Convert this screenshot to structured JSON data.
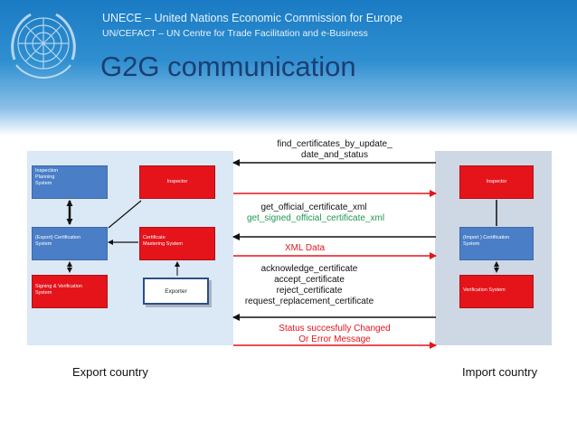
{
  "header": {
    "org_line1": "UNECE – United Nations Economic Commission for Europe",
    "org_line2": "UN/CEFACT – UN Centre for Trade Facilitation and e-Business",
    "title": "G2G communication"
  },
  "export_side": {
    "inspection_planning": [
      "Inspection",
      "Planning",
      "System"
    ],
    "inspector": "Inspector",
    "export_certification": [
      "(Export) Certification",
      "System"
    ],
    "certificate_mastering": [
      "Certificate",
      "Mastering System"
    ],
    "signing_verification": [
      "Signing & Verification",
      "System"
    ],
    "exporter": "Exporter",
    "country_label": "Export country"
  },
  "import_side": {
    "inspector": "Inspector",
    "import_certification": [
      "(Import ) Certification",
      "System"
    ],
    "verification_system": "Verification System",
    "country_label": "Import country"
  },
  "messages": {
    "find_certificates": [
      "find_certificates_by_update_",
      "date_and_status"
    ],
    "get_official": "get_official_certificate_xml",
    "get_signed": "get_signed_official_certificate_xml",
    "xml_data": "XML Data",
    "certificate_ops": [
      "acknowledge_certificate",
      "accept_certificate",
      "reject_certificate",
      "request_replacement_certificate"
    ],
    "status": [
      "Status succesfully Changed",
      "Or Error Message"
    ]
  },
  "colors": {
    "header_blue": "#1a7bc4",
    "title_navy": "#1b3f73",
    "box_blue": "#4a7ec7",
    "box_red": "#e5141b",
    "request_black": "#111111",
    "response_red": "#e5141b",
    "signed_green": "#1d9a4e"
  }
}
